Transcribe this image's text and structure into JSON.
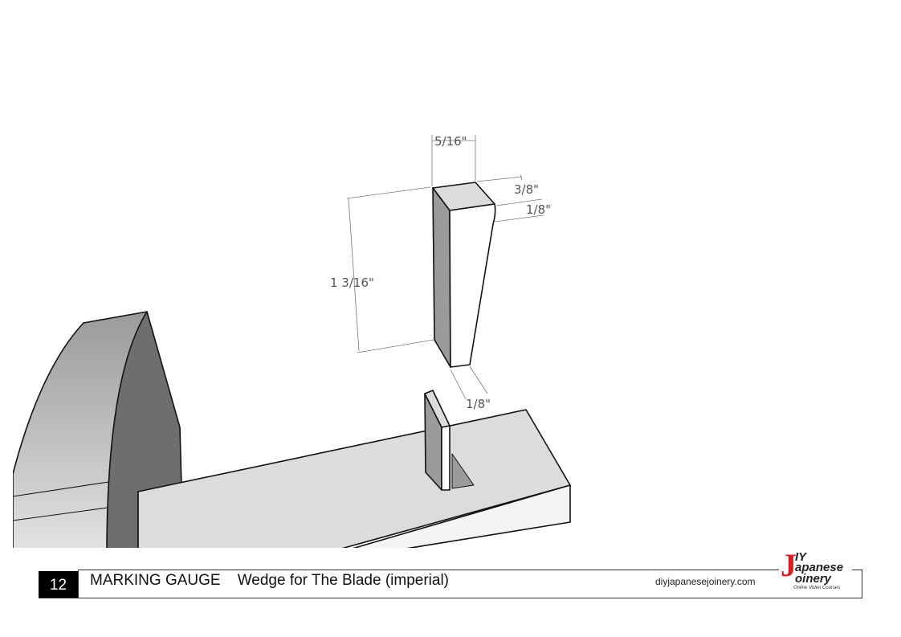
{
  "drawing": {
    "dimensions": {
      "width_top": "5/16\"",
      "depth_top": "3/8\"",
      "taper_top": "1/8\"",
      "height": "1 3/16\"",
      "tip": "1/8\""
    }
  },
  "footer": {
    "page_number": "12",
    "title": "MARKING GAUGE    Wedge for The Blade (imperial)",
    "website": "diyjapanesejoinery.com",
    "logo": {
      "line1": "IY",
      "line2": "apanese",
      "line3": "oinery",
      "tagline": "Online Video Courses"
    }
  }
}
